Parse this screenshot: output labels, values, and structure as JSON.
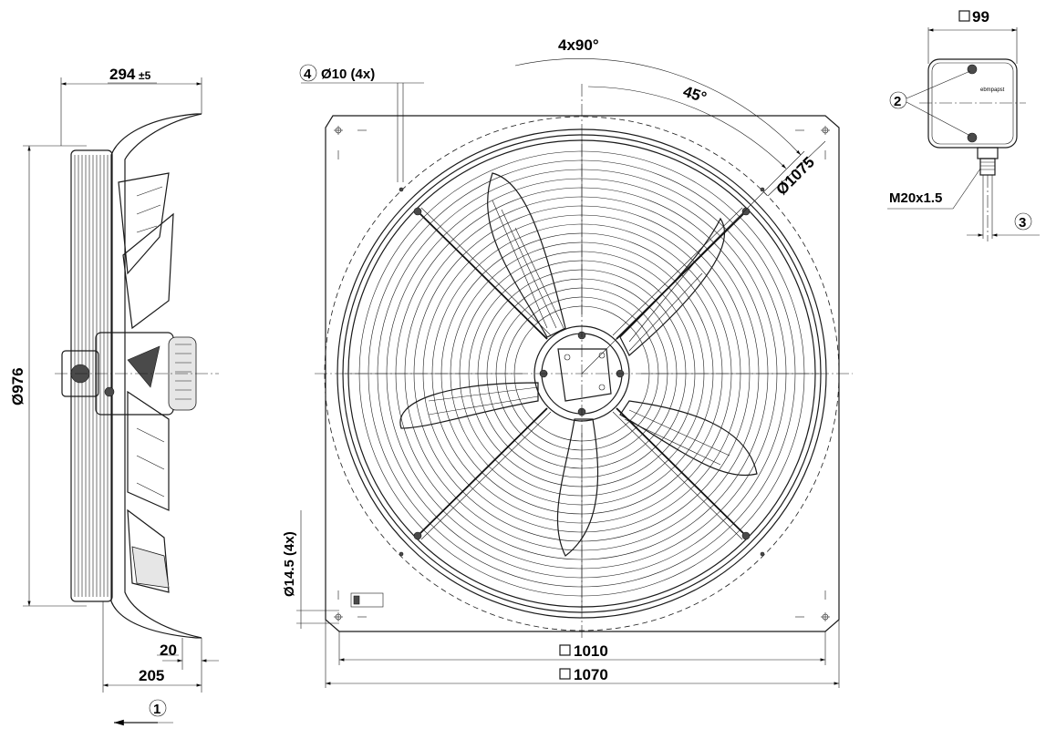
{
  "dimensions": {
    "depth_total": "294",
    "depth_tol": "±5",
    "diameter_guard": "Ø976",
    "offset_20": "20",
    "depth_205": "205",
    "hole_d10": "Ø10 (4x)",
    "hole_d145": "Ø14.5 (4x)",
    "angle_4x90": "4x90°",
    "angle_45": "45°",
    "diameter_1075": "Ø1075",
    "square_1010": "1010",
    "square_1070": "1070",
    "box_99": "99",
    "thread": "M20x1.5"
  },
  "callouts": {
    "c1": "1",
    "c2": "2",
    "c3": "3",
    "c4": "4"
  },
  "labels": {
    "box_logo": "ebmpapst"
  }
}
